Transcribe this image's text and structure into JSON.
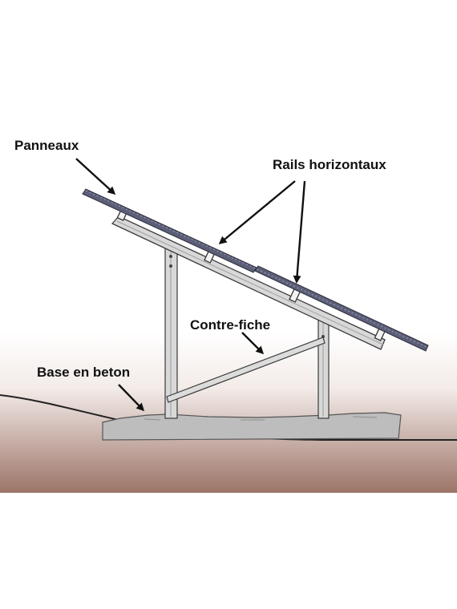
{
  "labels": {
    "panneaux": "Panneaux",
    "rails": "Rails horizontaux",
    "contre_fiche": "Contre-fiche",
    "base": "Base en beton"
  },
  "colors": {
    "panel": "#5d5f78",
    "metal": "#d8d8d8",
    "outline": "#3a3a3a",
    "concrete": "#bdbdbd",
    "ground_top": "#ffffff",
    "ground_bottom": "#9c7468",
    "arrow": "#111111"
  }
}
